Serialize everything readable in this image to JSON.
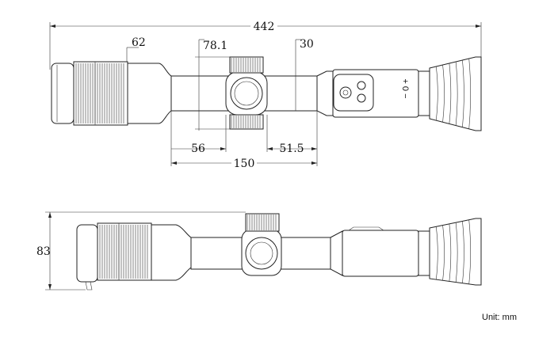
{
  "dimensions": {
    "overall_length": "442",
    "objective_diameter": "62",
    "turret_height": "78.1",
    "tube_diameter": "30",
    "front_to_turret": "56",
    "turret_to_rear": "51.5",
    "tube_length": "150",
    "side_height": "83"
  },
  "unit_label": "Unit: mm",
  "control_markings": "+ 0 −"
}
